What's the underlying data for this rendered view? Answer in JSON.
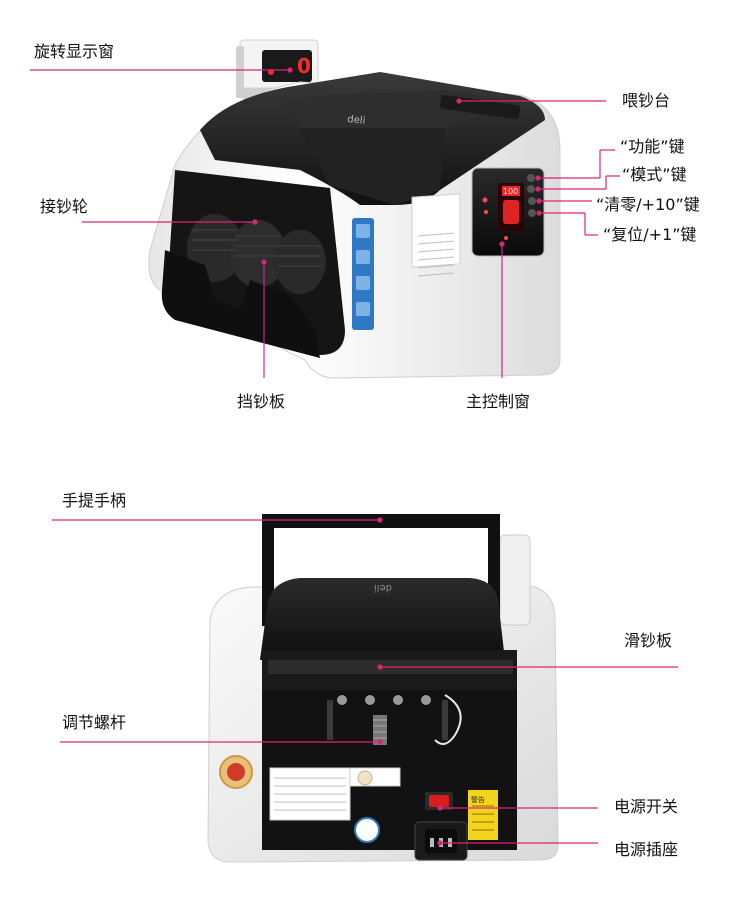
{
  "labels": {
    "display_window": "旋转显示窗",
    "feed_tray": "喂钞台",
    "function_key": "“功能”键",
    "mode_key": "“模式”键",
    "clear_key": "“清零/+10”键",
    "reset_key": "“复位/+1”键",
    "stack_wheel": "接钞轮",
    "stop_plate": "挡钞板",
    "main_panel": "主控制窗",
    "handle": "手提手柄",
    "slide_plate": "滑钞板",
    "adjust_screw": "调节螺杆",
    "power_switch": "电源开关",
    "power_socket": "电源插座"
  },
  "device": {
    "brand": "deli",
    "display_digit": "0",
    "panel_digits": "100",
    "warning_title": "警告"
  },
  "colors": {
    "leader": "#d6267b",
    "body_white": "#f2f2f2",
    "body_black": "#1c1c1c",
    "led_red": "#ff2a2a",
    "switch_red": "#d91c1c",
    "accent_blue": "#2f78c4"
  }
}
